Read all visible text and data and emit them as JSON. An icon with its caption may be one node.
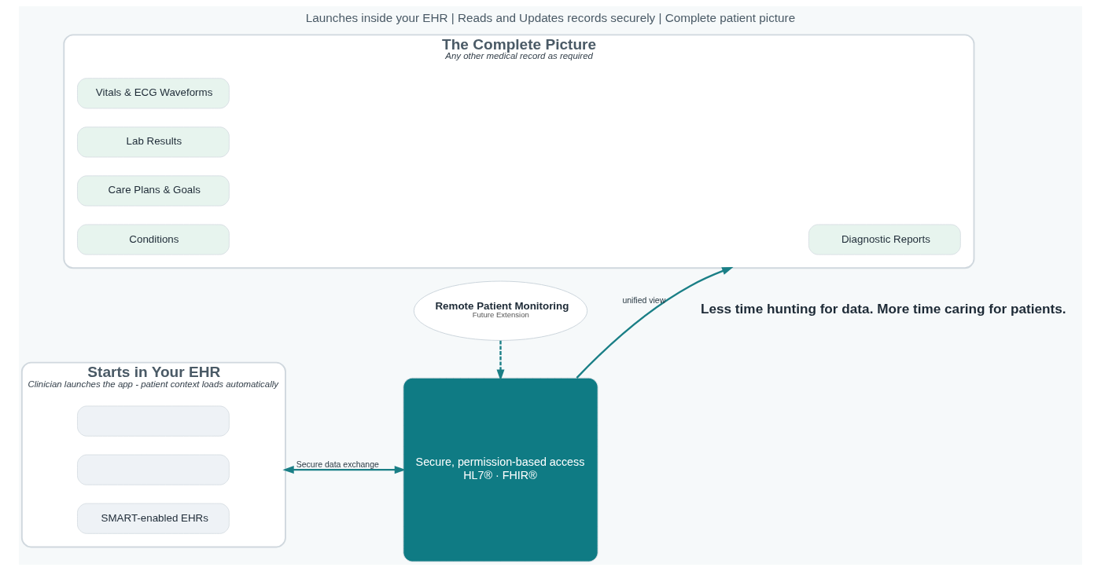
{
  "diagram": {
    "title": "Launches inside your EHR | Reads and Updates records securely | Complete patient picture",
    "caption": "Less time hunting for data. More time caring for patients.",
    "nodes": [
      {
        "text": [
          "Starts in Your EHR",
          "Clinician launches the app - patient context loads automatically"
        ]
      },
      {
        "text": [],
        "shape": "box",
        "in": 0
      },
      {
        "text": [],
        "shape": "box",
        "in": 0
      },
      {
        "text": [
          "SMART-enabled EHRs"
        ],
        "in": 0
      },
      {
        "text": [
          "Secure, permission-based access",
          "HL7® · FHIR®"
        ]
      },
      {
        "text": [
          "The Complete Picture",
          "Any other medical record as required"
        ]
      },
      {
        "text": [
          "Vitals & ECG Waveforms"
        ],
        "in": 5
      },
      {
        "text": [
          "Lab Results"
        ],
        "in": 5
      },
      {
        "text": [
          "Diagnostic Reports"
        ],
        "in": 5
      },
      {
        "text": [
          "Care Plans & Goals"
        ],
        "in": 5
      },
      {
        "text": [
          "Conditions"
        ],
        "in": 5
      },
      {
        "text": [
          "Remote Patient Monitoring",
          "Future Extension"
        ]
      }
    ],
    "edges": [
      {
        "from": 0,
        "to": 4,
        "arrow": "both",
        "label": "Secure data exchange"
      },
      {
        "from": 4,
        "to": 5,
        "arrow": "to",
        "label": "unified view"
      },
      {
        "from": 11,
        "to": 4,
        "arrow": "to",
        "style": "dashed"
      }
    ]
  }
}
